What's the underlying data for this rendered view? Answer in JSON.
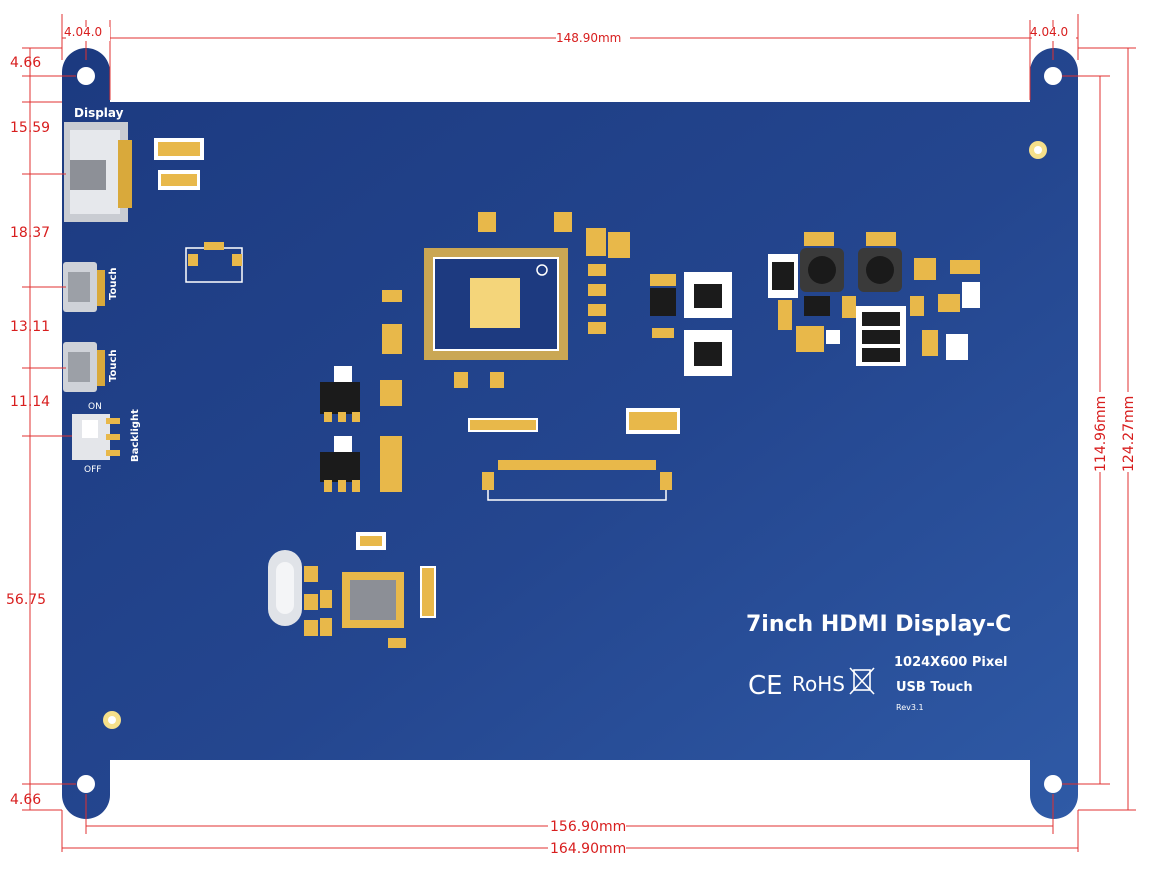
{
  "board": {
    "title": "7inch HDMI Display-C",
    "resolution": "1024X600 Pixel",
    "touch": "USB Touch",
    "revision": "Rev3.1",
    "marks": {
      "ce": "CE",
      "rohs": "RoHS"
    },
    "pcb_color": "#24468f"
  },
  "port_labels": {
    "display": "Display",
    "touch_1": "Touch",
    "touch_2": "Touch",
    "backlight": "Backlight",
    "switch_on": "ON",
    "switch_off": "OFF"
  },
  "dimensions": {
    "top_left_offset": "4.04.0",
    "top_right_offset": "4.04.0",
    "top_span": "148.90mm",
    "bottom_inner_span": "156.90mm",
    "bottom_outer_span": "164.90mm",
    "right_inner_height": "114.96mm",
    "right_outer_height": "124.27mm",
    "left": [
      "4.66",
      "15.59",
      "18.37",
      "13.11",
      "11.14",
      "56.75",
      "4.66"
    ]
  },
  "colors": {
    "dimension": "#e03030",
    "pad": "#e8b84a"
  }
}
